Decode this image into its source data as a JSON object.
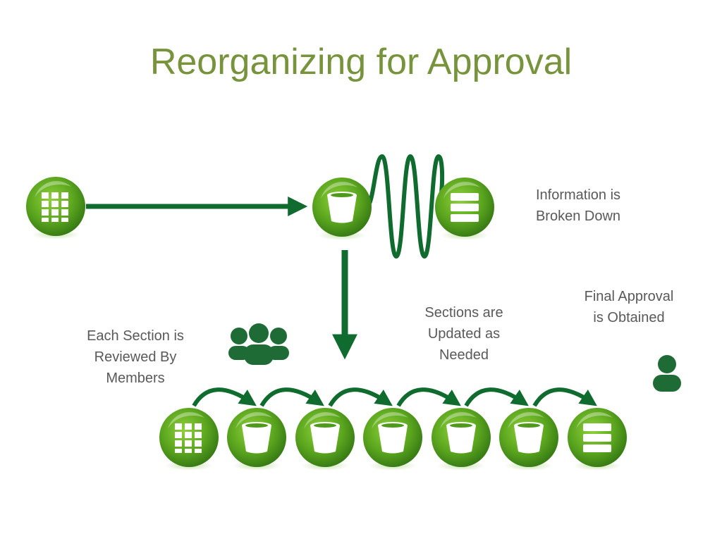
{
  "title": "Reorganizing for Approval",
  "labels": {
    "broken_down": [
      "Information is",
      "Broken Down"
    ],
    "reviewed": [
      "Each Section is",
      "Reviewed By",
      "Members"
    ],
    "updated": [
      "Sections are",
      "Updated as",
      "Needed"
    ],
    "final": [
      "Final Approval",
      "is Obtained"
    ]
  },
  "colors": {
    "title": "#77933c",
    "connector": "#0f6b2e",
    "node_green": "#5aa51e",
    "node_dark": "#2e6f12",
    "text": "#595959"
  },
  "icons": {
    "top_row": [
      "grid-icon",
      "cup-icon",
      "list-icon"
    ],
    "bottom_row": [
      "grid-icon",
      "cup-icon",
      "cup-icon",
      "cup-icon",
      "cup-icon",
      "cup-icon",
      "list-icon"
    ],
    "group": "people-group-icon",
    "person": "person-icon"
  }
}
